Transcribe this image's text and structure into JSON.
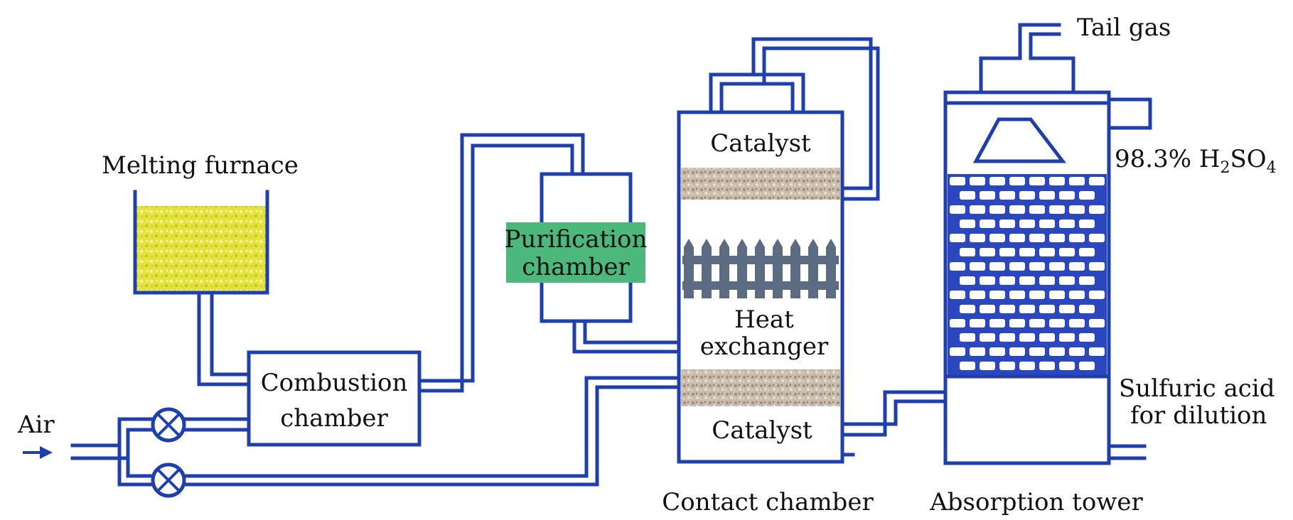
{
  "labels": {
    "melting_furnace": "Melting furnace",
    "combustion_line1": "Combustion",
    "combustion_line2": "chamber",
    "purification_line1": "Purification",
    "purification_line2": "chamber",
    "catalyst_top": "Catalyst",
    "catalyst_bottom": "Catalyst",
    "heat_line1": "Heat",
    "heat_line2": "exchanger",
    "contact_chamber": "Contact chamber",
    "absorption_tower": "Absorption tower",
    "tail_gas": "Tail gas",
    "acid_pct": "98.3% H",
    "acid_sub1": "2",
    "acid_mid": "SO",
    "acid_sub2": "4",
    "dilution_line1": "Sulfuric acid",
    "dilution_line2": "for dilution",
    "air": "Air"
  },
  "colors": {
    "pipe": "#1e40af",
    "sulfur": "#e4e33c",
    "purification_bg": "#4cb87c",
    "catalyst_bed": "#b9ab98",
    "heat_exchanger": "#5a6b82",
    "packing": "#2b47c0"
  },
  "icons": {
    "valve": "valve-icon",
    "air_arrow": "arrow-right-icon"
  }
}
